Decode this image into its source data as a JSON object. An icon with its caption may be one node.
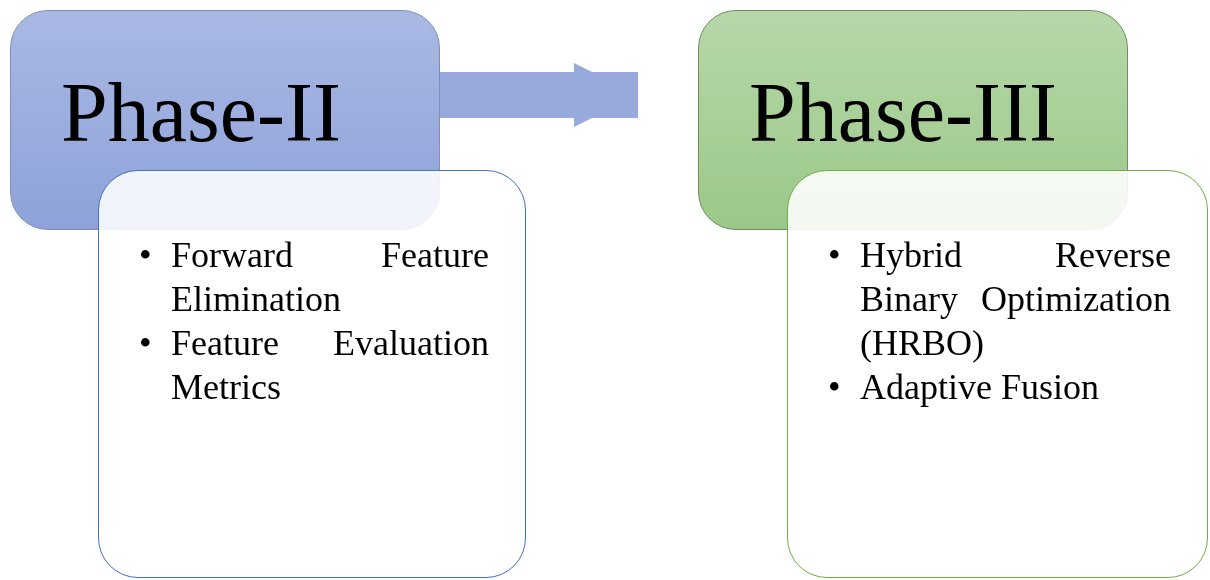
{
  "diagram": {
    "nodes": [
      {
        "text": [
          "Phase-II"
        ]
      },
      {
        "text": [
          "• Forward Feature Elimination",
          "• Feature Evaluation Metrics"
        ]
      },
      {
        "text": [
          "Phase-III"
        ]
      },
      {
        "text": [
          "• Hybrid Reverse Binary Optimization (HRBO)",
          "• Adaptive Fusion"
        ]
      }
    ],
    "edges": [
      {
        "from": 0,
        "to": 2,
        "arrow": "to"
      }
    ]
  }
}
